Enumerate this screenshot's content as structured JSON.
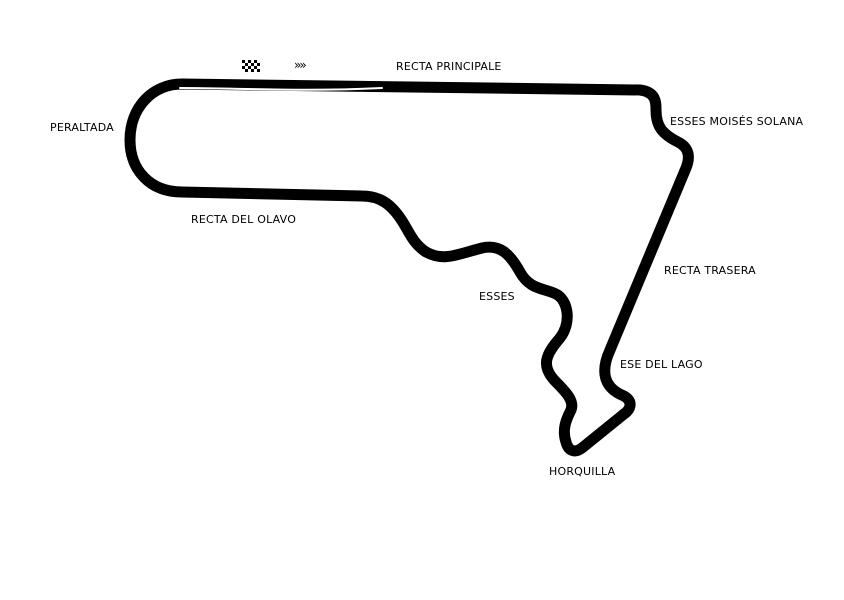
{
  "map": {
    "colors": {
      "track": "#000000",
      "background": "#ffffff"
    },
    "icons": {
      "start_finish": "checkered-flag-icon",
      "direction": "triple-chevron-right-icon"
    },
    "direction_glyph": "»»",
    "labels": {
      "recta_principale": "RECTA PRINCIPALE",
      "peraltada": "PERALTADA",
      "esses_moises_solana": "ESSES MOISÉS SOLANA",
      "recta_del_olavo": "RECTA DEL OLAVO",
      "recta_trasera": "RECTA TRASERA",
      "esses": "ESSES",
      "ese_del_lago": "ESE DEL LAGO",
      "horquilla": "HORQUILLA"
    }
  }
}
